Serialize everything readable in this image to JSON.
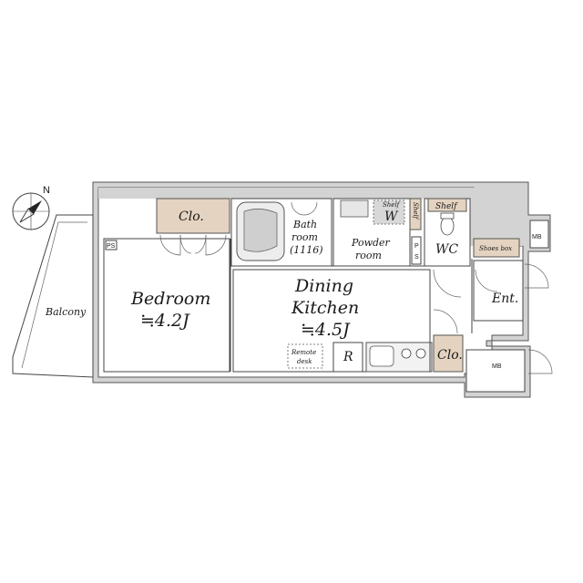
{
  "compass": {
    "north_label": "N"
  },
  "rooms": {
    "balcony": "Balcony",
    "bedroom_name": "Bedroom",
    "bedroom_size": "≒4.2J",
    "bedroom_closet": "Clo.",
    "bath_line1": "Bath",
    "bath_line2": "room",
    "bath_line3": "(1116)",
    "powder_line1": "Powder",
    "powder_line2": "room",
    "washer": "W",
    "shelf_powder": "Shelf",
    "shelf_vertical": "Shelf",
    "shelf_wc": "Shelf",
    "ps_top": "P",
    "ps_bottom": "S",
    "ps_bedroom": "PS",
    "wc": "WC",
    "shoes_box": "Shoes box",
    "mb_top": "MB",
    "mb_bottom": "MB",
    "entrance": "Ent.",
    "dining_line1": "Dining",
    "dining_line2": "Kitchen",
    "dining_size": "≒4.5J",
    "remote_line1": "Remote",
    "remote_line2": "desk",
    "fridge": "R",
    "kitchen_closet": "Clo."
  }
}
